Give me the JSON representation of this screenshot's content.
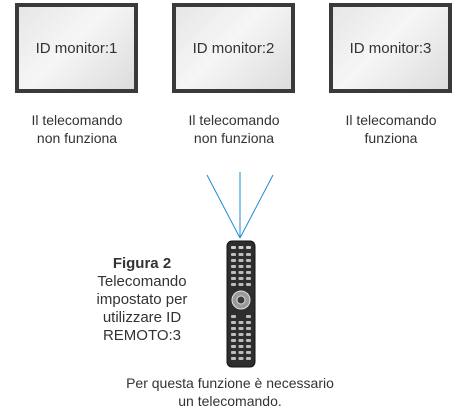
{
  "monitors": [
    {
      "label": "ID monitor:1",
      "status_line1": "Il telecomando",
      "status_line2": "non funziona"
    },
    {
      "label": "ID monitor:2",
      "status_line1": "Il telecomando",
      "status_line2": "non funziona"
    },
    {
      "label": "ID monitor:3",
      "status_line1": "Il telecomando",
      "status_line2": "funziona"
    }
  ],
  "figure": {
    "title": "Figura 2",
    "lines": [
      "Telecomando",
      "impostato per",
      "utilizzare ID",
      "REMOTO:3"
    ]
  },
  "note": {
    "line1": "Per questa funzione è necessario",
    "line2": "un telecomando."
  },
  "colors": {
    "signal_beam": "#1a8fd6",
    "monitor_frame": "#3a3a3a",
    "remote_body": "#2e2e2e"
  },
  "icons": {
    "remote": "remote-control-icon"
  }
}
